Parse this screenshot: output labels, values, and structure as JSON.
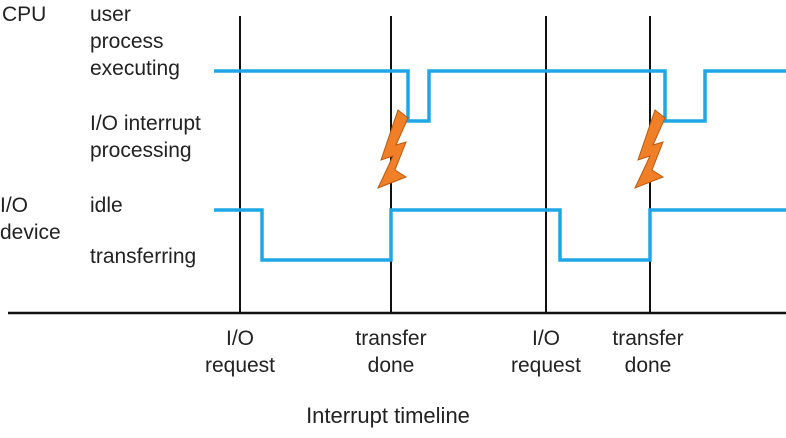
{
  "labels": {
    "cpu": "CPU",
    "io_device": "I/O\ndevice",
    "user_process_executing": "user\nprocess\nexecuting",
    "io_interrupt_processing": "I/O interrupt\nprocessing",
    "idle": "idle",
    "transferring": "transferring"
  },
  "events": [
    {
      "label": "I/O\nrequest"
    },
    {
      "label": "transfer\ndone"
    },
    {
      "label": "I/O\nrequest"
    },
    {
      "label": "transfer\ndone"
    }
  ],
  "caption": "Interrupt timeline",
  "colors": {
    "signal": "#1ea6e6",
    "lightning_fill": "#f07f28",
    "lightning_stroke": "#b85a12",
    "axis": "#111111",
    "text": "#222222"
  }
}
